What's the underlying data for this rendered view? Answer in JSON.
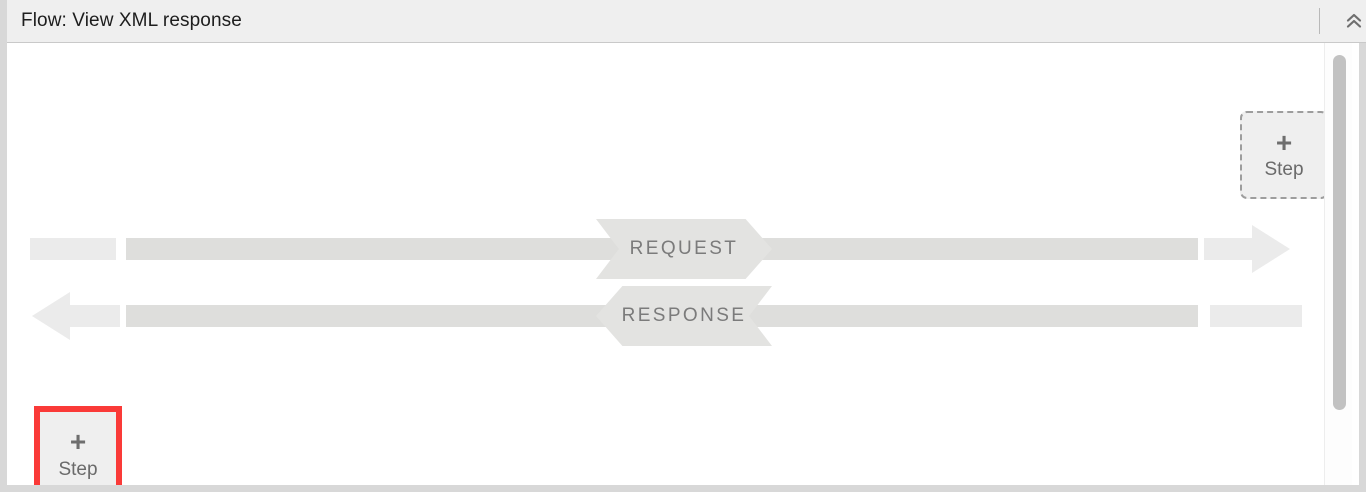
{
  "header": {
    "title": "Flow: View XML response",
    "collapse_icon": "double-chevron-up-icon"
  },
  "canvas": {
    "add_step_top": {
      "plus": "+",
      "label": "Step",
      "state": "dashed-outline"
    },
    "add_step_selected": {
      "plus": "+",
      "label": "Step",
      "state": "selected",
      "highlight_color": "#fa3a38"
    },
    "flows": [
      {
        "name": "request",
        "label": "REQUEST",
        "direction": "right"
      },
      {
        "name": "response",
        "label": "RESPONSE",
        "direction": "left"
      }
    ]
  },
  "colors": {
    "header_bg": "#efefef",
    "panel_border": "#d8d8d8",
    "bar_light": "#ebebeb",
    "bar_dark": "#dededc",
    "banner_bg": "#e3e3e1",
    "banner_text": "#7b7b7b",
    "selection_red": "#fa3a38",
    "scroll_thumb": "#c2c2c2"
  },
  "scrollbar": {
    "orientation": "vertical"
  }
}
